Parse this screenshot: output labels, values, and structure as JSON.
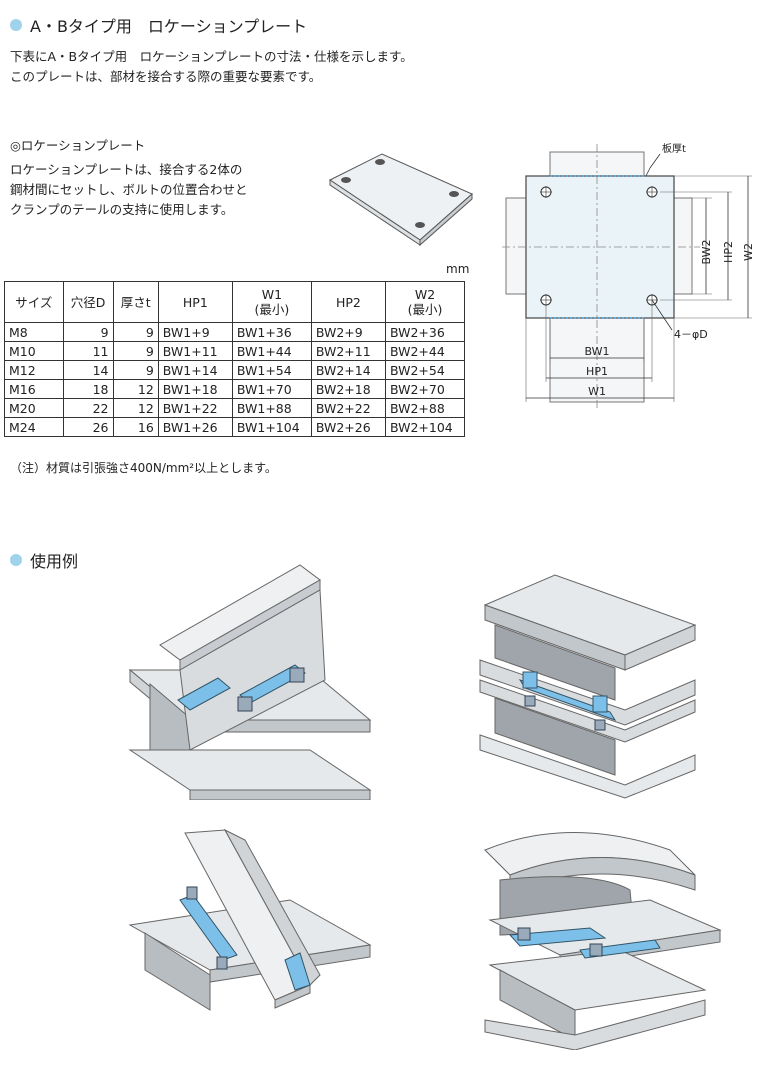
{
  "section1": {
    "title": "A・Bタイプ用　ロケーションプレート",
    "intro_line1": "下表にA・Bタイプ用　ロケーションプレートの寸法・仕様を示します。",
    "intro_line2": "このプレートは、部材を接合する際の重要な要素です。"
  },
  "plate": {
    "title": "◎ロケーションプレート",
    "desc_line1": "ロケーションプレートは、接合する2体の",
    "desc_line2": "鋼材間にセットし、ボルトの位置合わせと",
    "desc_line3": "クランプのテールの支持に使用します。"
  },
  "table": {
    "unit": "mm",
    "headers": [
      "サイズ",
      "穴径D",
      "厚さt",
      "HP1",
      "W1\n(最小)",
      "HP2",
      "W2\n(最小)"
    ],
    "rows": [
      [
        "M8",
        "9",
        "9",
        "BW1+9",
        "BW1+36",
        "BW2+9",
        "BW2+36"
      ],
      [
        "M10",
        "11",
        "9",
        "BW1+11",
        "BW1+44",
        "BW2+11",
        "BW2+44"
      ],
      [
        "M12",
        "14",
        "9",
        "BW1+14",
        "BW1+54",
        "BW2+14",
        "BW2+54"
      ],
      [
        "M16",
        "18",
        "12",
        "BW1+18",
        "BW1+70",
        "BW2+18",
        "BW2+70"
      ],
      [
        "M20",
        "22",
        "12",
        "BW1+22",
        "BW1+88",
        "BW2+22",
        "BW2+88"
      ],
      [
        "M24",
        "26",
        "16",
        "BW1+26",
        "BW1+104",
        "BW2+26",
        "BW2+104"
      ]
    ],
    "note": "（注）材質は引張強さ400N/mm²以上とします。"
  },
  "diagram": {
    "thickness_label": "板厚t",
    "bw2": "BW2",
    "hp2": "HP2",
    "w2": "W2",
    "hole": "4－φD",
    "bw1": "BW1",
    "hp1": "HP1",
    "w1": "W1"
  },
  "section2": {
    "title": "使用例"
  },
  "colors": {
    "accent_dot": "#9fd3ec",
    "clamp_blue": "#7cc0ea",
    "steel": "#d4d7da"
  }
}
